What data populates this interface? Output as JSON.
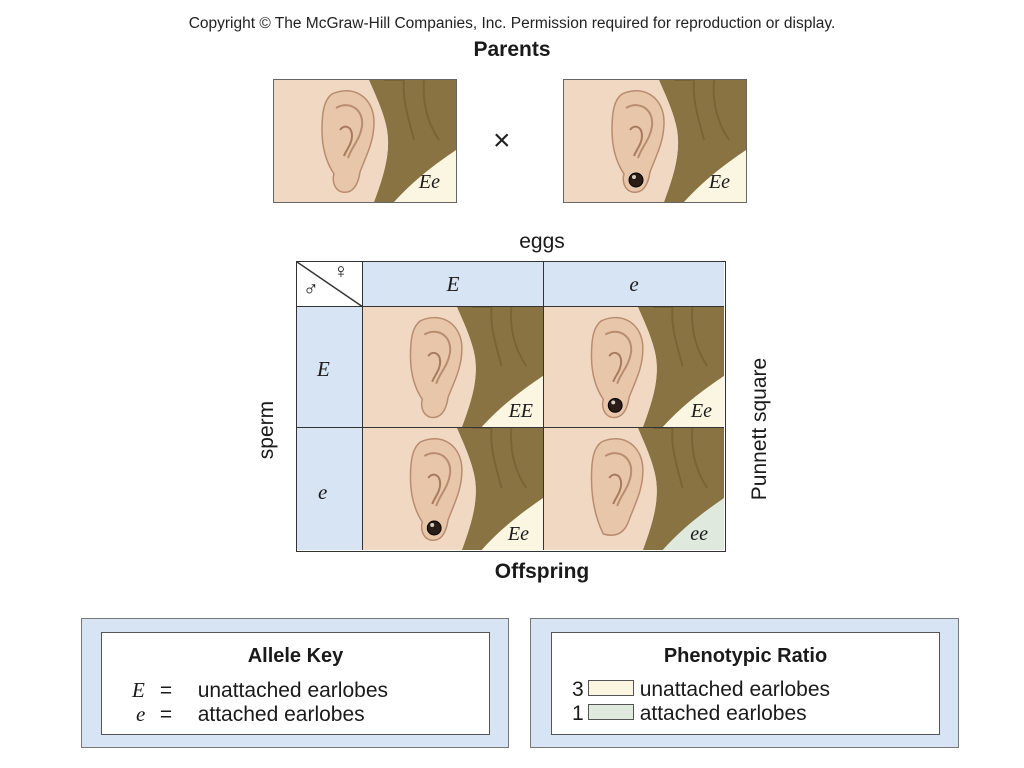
{
  "copyright": "Copyright © The McGraw-Hill Companies, Inc. Permission required for reproduction or display.",
  "parents": {
    "title": "Parents",
    "cross_symbol": "×",
    "left": {
      "genotype": "Ee",
      "earring": false
    },
    "right": {
      "genotype": "Ee",
      "earring": true
    }
  },
  "punnett": {
    "eggs_label": "eggs",
    "sperm_label": "sperm",
    "side_label": "Punnett square",
    "female_symbol": "♀",
    "male_symbol": "♂",
    "egg_alleles": [
      "E",
      "e"
    ],
    "sperm_alleles": [
      "E",
      "e"
    ],
    "cells": [
      {
        "genotype": "EE",
        "earring": false,
        "attached": false
      },
      {
        "genotype": "Ee",
        "earring": true,
        "attached": false
      },
      {
        "genotype": "Ee",
        "earring": true,
        "attached": false
      },
      {
        "genotype": "ee",
        "earring": false,
        "attached": true
      }
    ]
  },
  "offspring_title": "Offspring",
  "allele_key": {
    "title": "Allele Key",
    "items": [
      {
        "symbol": "E",
        "equals": "=",
        "text": "unattached earlobes"
      },
      {
        "symbol": "e",
        "equals": "=",
        "text": "attached earlobes"
      }
    ]
  },
  "phenotypic_ratio": {
    "title": "Phenotypic Ratio",
    "items": [
      {
        "count": "3",
        "text": "unattached earlobes",
        "color": "#fbf6e2"
      },
      {
        "count": "1",
        "text": "attached earlobes",
        "color": "#dfe9dd"
      }
    ]
  },
  "colors": {
    "header_blue": "#d6e4f3",
    "unattached_bg": "#fbf6e2",
    "attached_bg": "#dfe9dd",
    "hair": "#8a7342",
    "skin": "#f0d8c2"
  }
}
